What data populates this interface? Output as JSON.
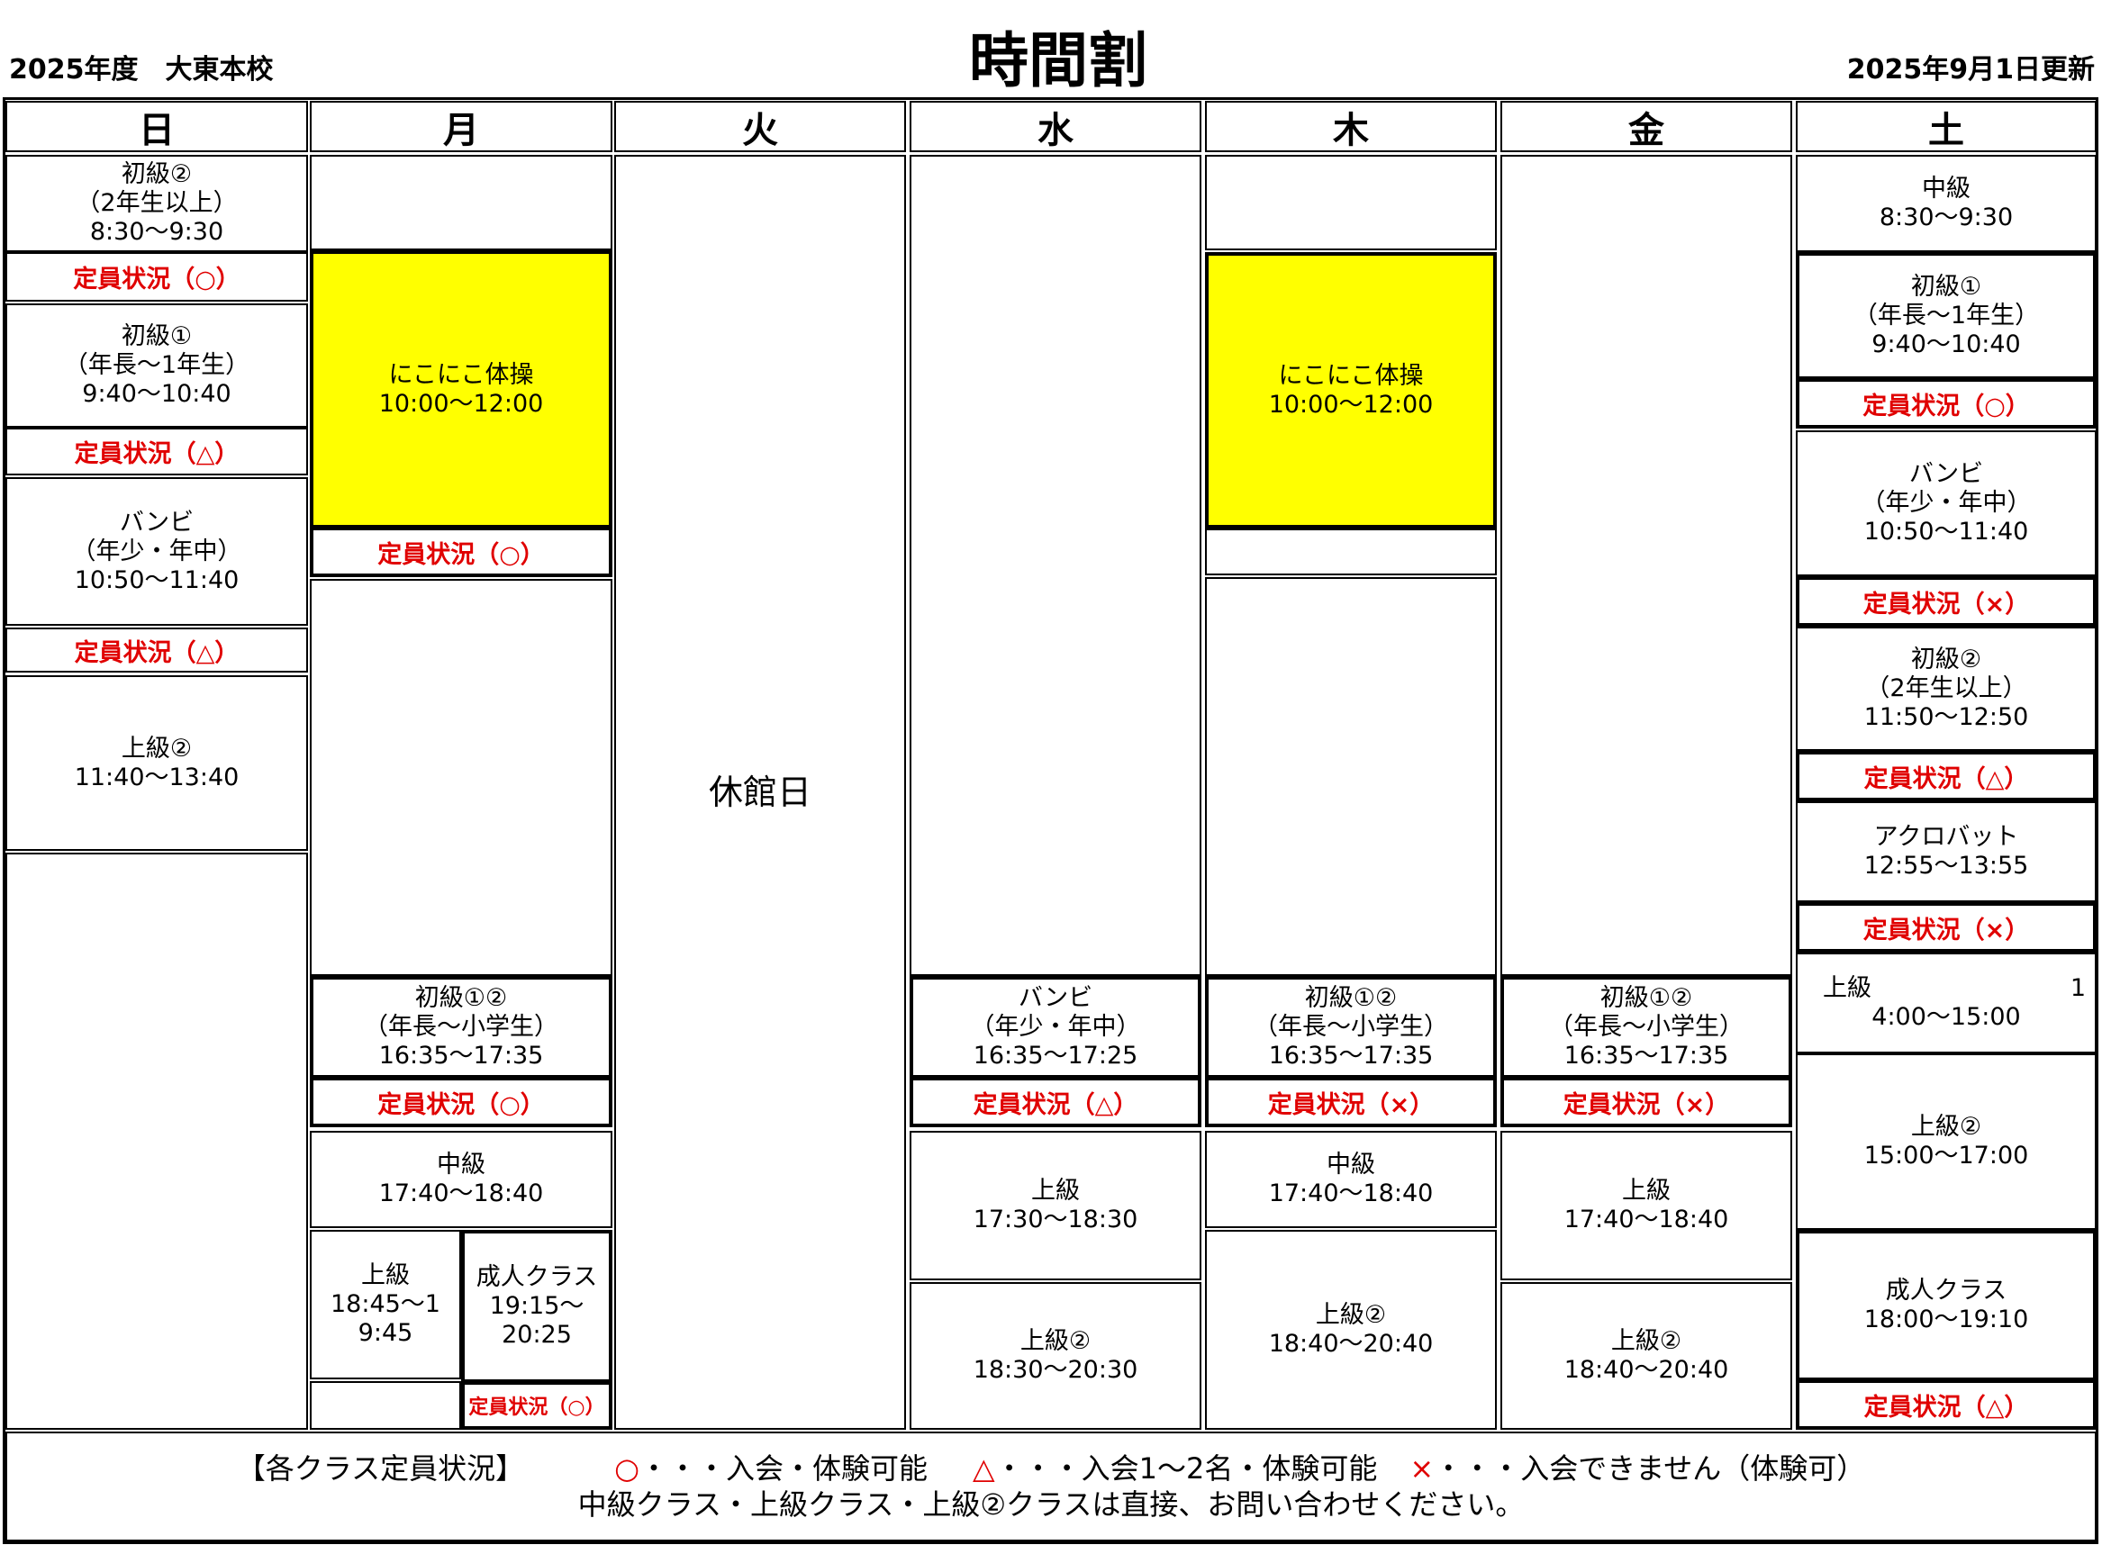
{
  "header": {
    "left": "2025年度　大東本校",
    "title": "時間割",
    "right": "2025年9月1日更新"
  },
  "days": [
    "日",
    "月",
    "火",
    "水",
    "木",
    "金",
    "土"
  ],
  "colors": {
    "highlight": "#ffff00",
    "capacity_text": "#e00000"
  },
  "sun": {
    "c1": [
      "初級②",
      "（2年生以上）",
      "8:30〜9:30"
    ],
    "s1": "定員状況（○）",
    "c2": [
      "初級①",
      "（年長〜1年生）",
      "9:40〜10:40"
    ],
    "s2": "定員状況（△）",
    "c3": [
      "バンビ",
      "（年少・年中）",
      "10:50〜11:40"
    ],
    "s3": "定員状況（△）",
    "c4": [
      "上級②",
      "11:40〜13:40"
    ]
  },
  "mon": {
    "c1": [
      "にこにこ体操",
      "10:00〜12:00"
    ],
    "s1": "定員状況（○）",
    "c2": [
      "初級①②",
      "（年長〜小学生）",
      "16:35〜17:35"
    ],
    "s2": "定員状況（○）",
    "c3": [
      "中級",
      "17:40〜18:40"
    ],
    "c4": [
      "上級",
      "18:45〜1",
      "9:45"
    ],
    "c5": [
      "成人クラス",
      "19:15〜",
      "20:25"
    ],
    "s5": "定員状況（○）"
  },
  "tue": {
    "closed": "休館日"
  },
  "wed": {
    "c1": [
      "バンビ",
      "（年少・年中）",
      "16:35〜17:25"
    ],
    "s1": "定員状況（△）",
    "c2": [
      "上級",
      "17:30〜18:30"
    ],
    "c3": [
      "上級②",
      "18:30〜20:30"
    ]
  },
  "thu": {
    "c1": [
      "にこにこ体操",
      "10:00〜12:00"
    ],
    "c2": [
      "初級①②",
      "（年長〜小学生）",
      "16:35〜17:35"
    ],
    "s2": "定員状況（×）",
    "c3": [
      "中級",
      "17:40〜18:40"
    ],
    "c4": [
      "上級②",
      "18:40〜20:40"
    ]
  },
  "fri": {
    "c1": [
      "初級①②",
      "（年長〜小学生）",
      "16:35〜17:35"
    ],
    "s1": "定員状況（×）",
    "c2": [
      "上級",
      "17:40〜18:40"
    ],
    "c3": [
      "上級②",
      "18:40〜20:40"
    ]
  },
  "sat": {
    "c1": [
      "中級",
      "8:30〜9:30"
    ],
    "c2": [
      "初級①",
      "（年長〜1年生）",
      "9:40〜10:40"
    ],
    "s2": "定員状況（○）",
    "c3": [
      "バンビ",
      "（年少・年中）",
      "10:50〜11:40"
    ],
    "s3": "定員状況（×）",
    "c4": [
      "初級②",
      "（2年生以上）",
      "11:50〜12:50"
    ],
    "s4": "定員状況（△）",
    "c5": [
      "アクロバット",
      "12:55〜13:55"
    ],
    "s5": "定員状況（×）",
    "c6_title": "上級",
    "c6_fragment": "1",
    "c6_time": "4:00〜15:00",
    "c7": [
      "上級②",
      "15:00〜17:00"
    ],
    "c8": [
      "成人クラス",
      "18:00〜19:10"
    ],
    "s8": "定員状況（△）"
  },
  "legend": {
    "heading": "【各クラス定員状況】",
    "o_mark": "○",
    "o_text": "・・・入会・体験可能",
    "t_mark": "△",
    "t_text": "・・・入会1〜2名・体験可能",
    "x_mark": "×",
    "x_text": "・・・入会できません（体験可）",
    "note": "中級クラス・上級クラス・上級②クラスは直接、お問い合わせください。"
  }
}
